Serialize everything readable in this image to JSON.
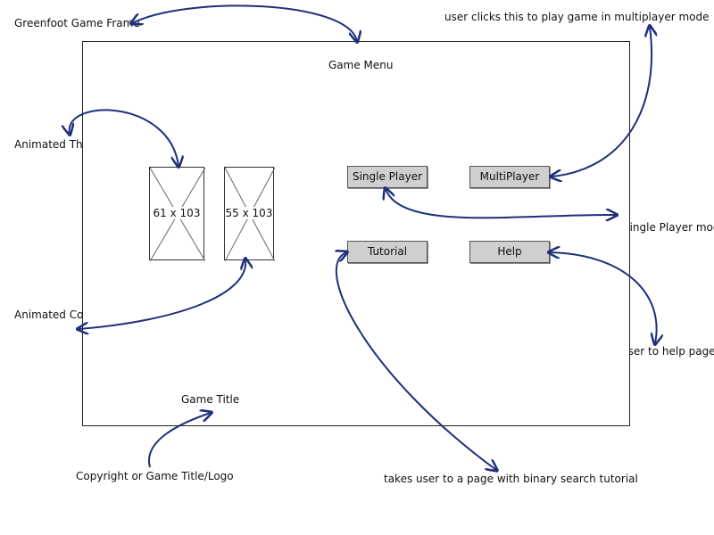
{
  "frame": {
    "menu_title": "Game Menu",
    "game_title": "Game Title"
  },
  "images": {
    "thief": {
      "size_label": "61 x 103"
    },
    "cop": {
      "size_label": "55 x 103"
    }
  },
  "buttons": {
    "single_player": "Single Player",
    "multiplayer": "MultiPlayer",
    "tutorial": "Tutorial",
    "help": "Help"
  },
  "annotations": {
    "frame": "Greenfoot Game Frame",
    "multiplayer": "user clicks this to play game in multiplayer mode",
    "thief": "Animated Thief Image",
    "single_player": "clicks to play Single Player mode",
    "help": "takes user to help page",
    "cop": "Animated Cop Image",
    "copyright": "Copyright or Game Title/Logo",
    "tutorial": "takes user to a page with binary search tutorial"
  },
  "colors": {
    "arrow": "#1f2f7a",
    "button_fill": "#cfcfcf"
  }
}
